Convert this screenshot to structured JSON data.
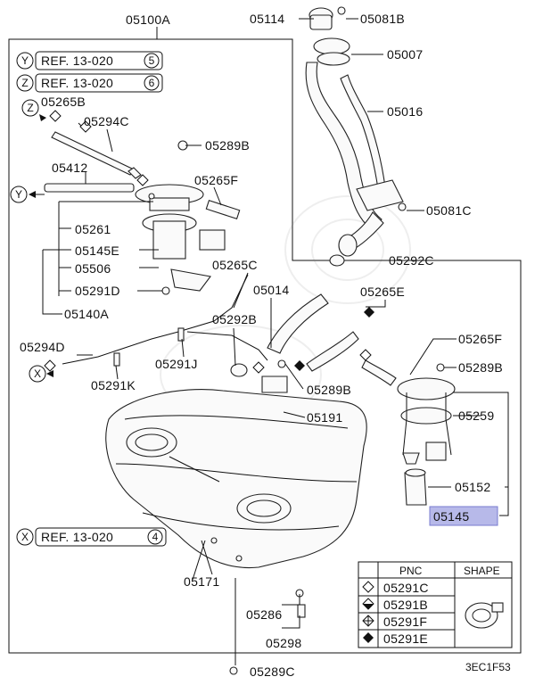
{
  "labels": {
    "l05100A": "05100A",
    "l05114": "05114",
    "l05081B": "05081B",
    "l05007": "05007",
    "l05016": "05016",
    "l05081C": "05081C",
    "l05292C": "05292C",
    "l05265B": "05265B",
    "l05294C": "05294C",
    "l05289B_top": "05289B",
    "l05412": "05412",
    "l05265F_left": "05265F",
    "l05261": "05261",
    "l05145E": "05145E",
    "l05506": "05506",
    "l05291D": "05291D",
    "l05140A": "05140A",
    "l05265C": "05265C",
    "l05014": "05014",
    "l05265E": "05265E",
    "l05294D": "05294D",
    "l05292B": "05292B",
    "l05291J": "05291J",
    "l05291K": "05291K",
    "l05289B_mid": "05289B",
    "l05191": "05191",
    "l05265F_right": "05265F",
    "l05289B_right": "05289B",
    "l05259": "05259",
    "l05152": "05152",
    "l05145": "05145",
    "l05171": "05171",
    "l05286": "05286",
    "l05298": "05298",
    "l05289C": "05289C",
    "code": "3EC1F53"
  },
  "refs": [
    {
      "letter": "Y",
      "text": "REF. 13-020",
      "num": "5"
    },
    {
      "letter": "Z",
      "text": "REF. 13-020",
      "num": "6"
    },
    {
      "letter": "X",
      "text": "REF. 13-020",
      "num": "4"
    }
  ],
  "markers": {
    "z": "Z",
    "y": "Y",
    "x": "X"
  },
  "legend": {
    "header_pnc": "PNC",
    "header_shape": "SHAPE",
    "rows": [
      "05291C",
      "05291B",
      "05291F",
      "05291E"
    ]
  }
}
